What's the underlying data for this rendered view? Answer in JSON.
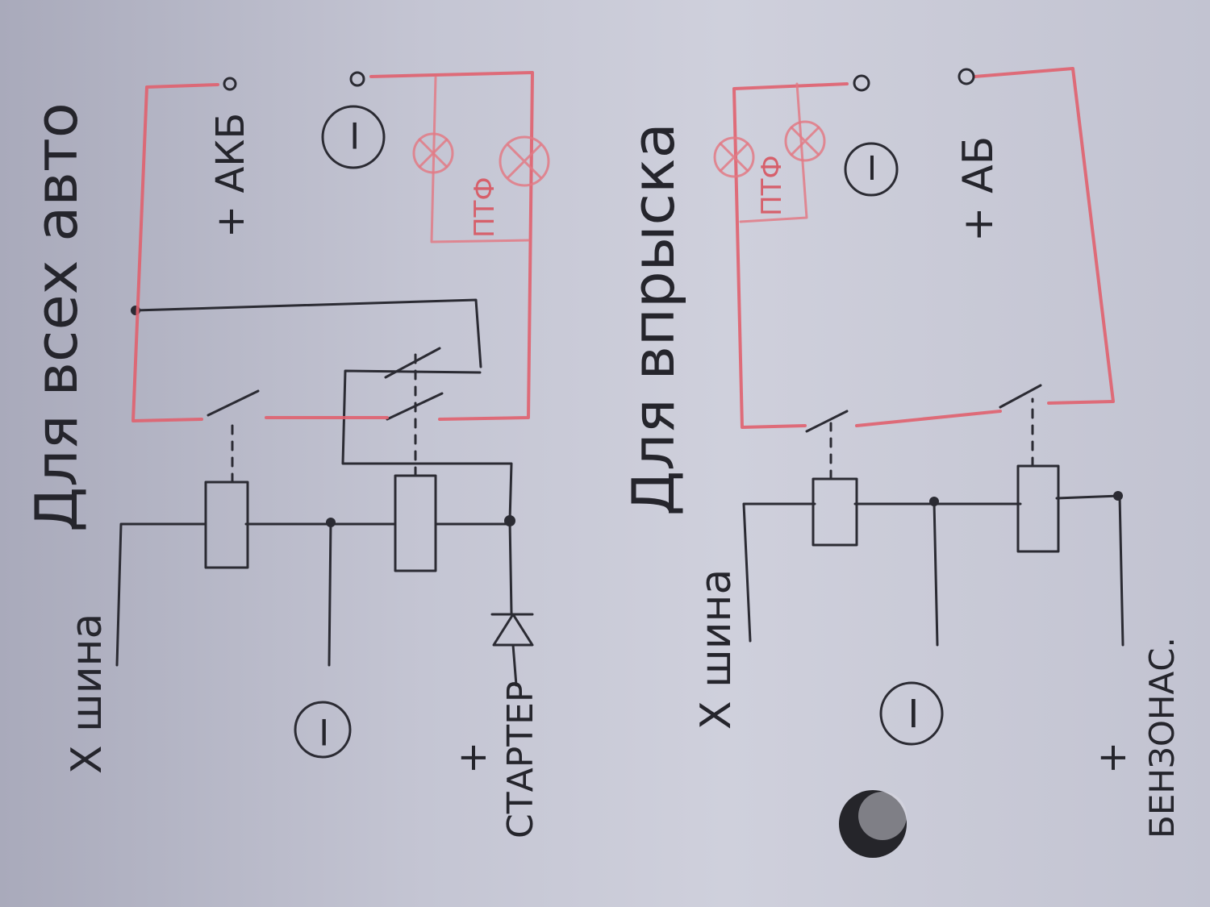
{
  "top_circuit": {
    "title": "Для всех авто",
    "label_bus": "X шина",
    "label_minus_ground": "−",
    "label_plus": "+",
    "label_starter": "СТАРТЕР",
    "label_akb": "+ АКБ",
    "label_minus_terminal": "−",
    "label_ptf": "ПТФ"
  },
  "bottom_circuit": {
    "title": "Для впрыска",
    "label_bus": "X шина",
    "label_minus_ground": "−",
    "label_plus": "+",
    "label_fuel_pump": "БЕНЗОНАС.",
    "label_ab": "+ АБ",
    "label_minus_terminal": "−",
    "label_ptf": "ПТФ"
  },
  "colors": {
    "paper": "#c9cad8",
    "ink": "#2b2b33",
    "red_ink": "#e0616e"
  }
}
